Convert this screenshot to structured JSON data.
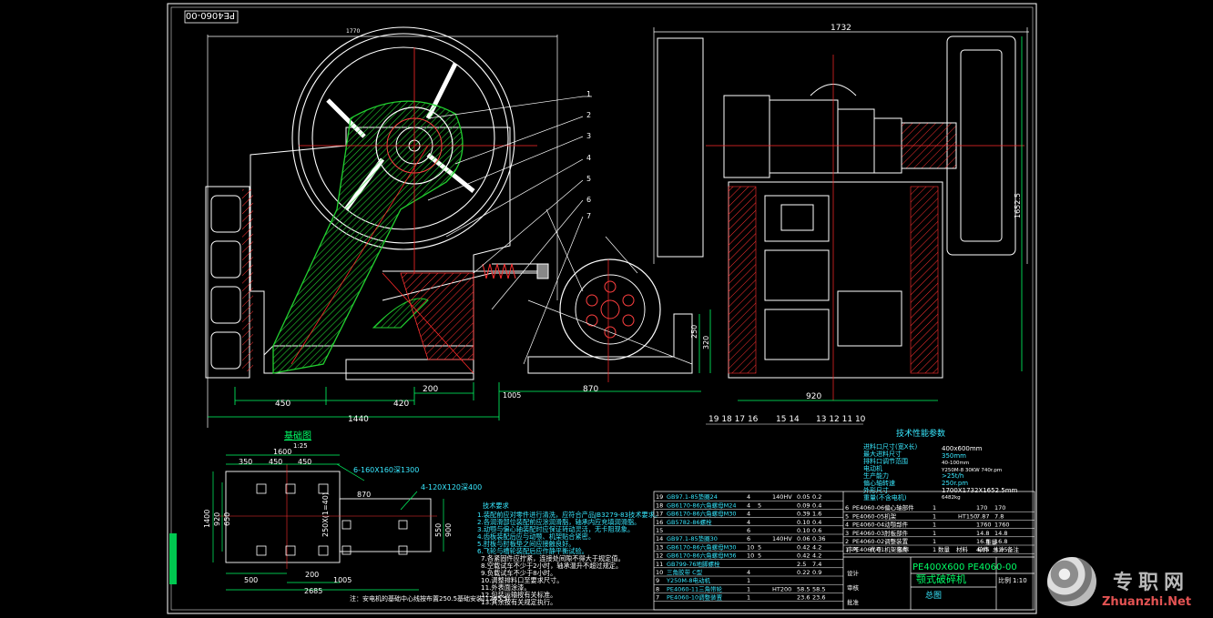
{
  "drawing": {
    "code_stamp": "PE4060-00",
    "dims_left": {
      "top": "1770",
      "d450a": "450",
      "d420": "420",
      "d200": "200",
      "d1440": "1440"
    },
    "dims_mid": {
      "d1005": "1005",
      "d870": "870",
      "d250": "250",
      "d320": "320"
    },
    "dims_right": {
      "top": "1732",
      "d920": "920",
      "vert": "1652.5"
    },
    "callouts": [
      "1",
      "2",
      "3",
      "4",
      "5",
      "6",
      "7"
    ],
    "part_numbers_bottom": {
      "a": "19 18 17 16",
      "b": "15 14",
      "c": "13 12 11 10"
    },
    "foundation": {
      "title": "基础图",
      "scale": "1:25",
      "d1600": "1600",
      "d350": "350",
      "d450a": "450",
      "d450b": "450",
      "hole_note_1": "6-160X160深1300",
      "hole_note_2": "4-120X120深400",
      "d870": "870",
      "v1400": "1400",
      "v920": "920",
      "v650": "650",
      "v250": "250X(1=40)",
      "v550": "550",
      "v900": "900",
      "d500": "500",
      "d200": "200",
      "d1005": "1005",
      "d2685": "2685",
      "note": "注：安电机的基础中心线按布置250.5基础安装(1265.5)"
    },
    "tech": {
      "title": "技术性能参数",
      "rows": [
        [
          "进料口尺寸(宽X长)",
          "400x600mm"
        ],
        [
          "最大进料尺寸",
          "350mm"
        ],
        [
          "排料口调节范围",
          "40-100mm"
        ],
        [
          "电动机",
          "Y250M-8 30KW 740r.pm"
        ],
        [
          "生产能力",
          ">25t/h"
        ],
        [
          "偏心轴转速",
          "250r.pm"
        ],
        [
          "外形尺寸",
          "1700X1732X1652.5mm"
        ],
        [
          "重量(不含电机)",
          "6482kg"
        ]
      ]
    },
    "requirements": {
      "title": "技术要求",
      "lines": [
        "1.装配前应对零件进行清洗，应符合产品JB3279-83技术要求。",
        "2.各润滑部位装配前应涂润滑脂，轴承内应充填润滑脂。",
        "3.动颚与偏心轴装配时应保证转动灵活，无卡阻现象。",
        "4.齿板装配后应与动颚、机架贴合紧密。",
        "5.肘板与肘板垫之间应接触良好。",
        "6.飞轮与槽轮装配后应作静平衡试验。",
        "7.各紧固件应拧紧，连接处间隙不得大于规定值。",
        "8.空载试车不少于2小时，轴承温升不超过规定。",
        "9.负载试车不少于8小时。",
        "10.调整排料口至要求尺寸。",
        "11.外表面涂漆。",
        "12.包装运输按有关标准。",
        "13.其余按有关规定执行。"
      ]
    },
    "bom_left": [
      [
        "19",
        "GB97.1-85垫圈24",
        "4",
        "",
        "140HV",
        "0.05",
        "0.2"
      ],
      [
        "18",
        "GB6170-86六角螺母M24",
        "4",
        "5",
        "",
        "0.09",
        "0.4"
      ],
      [
        "17",
        "GB6170-86六角螺母M30",
        "4",
        "",
        "",
        "0.39",
        "1.6"
      ],
      [
        "16",
        "GB5782-86螺栓",
        "4",
        "",
        "",
        "0.10",
        "0.4"
      ],
      [
        "15",
        "",
        "6",
        "",
        "",
        "0.10",
        "0.6"
      ],
      [
        "14",
        "GB97.1-85垫圈30",
        "6",
        "",
        "140HV",
        "0.06",
        "0.36"
      ],
      [
        "13",
        "GB6170-86六角螺母M30",
        "10",
        "5",
        "",
        "0.42",
        "4.2"
      ],
      [
        "12",
        "GB6170-86六角螺母M36",
        "10",
        "5",
        "",
        "0.42",
        "4.2"
      ],
      [
        "11",
        "GB799-76地脚螺栓",
        "",
        "",
        "",
        "2.5",
        "7.4"
      ],
      [
        "10",
        "三角胶带 C型",
        "4",
        "",
        "",
        "0.22",
        "0.9"
      ],
      [
        "9",
        "Y250M-8电动机",
        "1",
        "",
        "",
        "",
        ""
      ],
      [
        "8",
        "PE4060-11三角带轮",
        "1",
        "",
        "HT200",
        "58.5",
        "58.5"
      ],
      [
        "7",
        "PE4060-10调整装置",
        "1",
        "",
        "",
        "23.6",
        "23.6"
      ]
    ],
    "bom_right": [
      [
        "6",
        "PE4060-06偏心轴部件",
        "1",
        "",
        "",
        "170",
        "170"
      ],
      [
        "5",
        "PE4060-05机架",
        "1",
        "",
        "HT150",
        "7.87",
        "7.8"
      ],
      [
        "4",
        "PE4060-04动颚部件",
        "1",
        "",
        "",
        "1760",
        "1760"
      ],
      [
        "3",
        "PE4060-03肘板部件",
        "1",
        "",
        "",
        "14.8",
        "14.8"
      ],
      [
        "2",
        "PE4060-02调整装置",
        "1",
        "",
        "",
        "16.8",
        "16.8"
      ],
      [
        "1",
        "PE4060-01机架部件",
        "1",
        "",
        "",
        "4.05",
        "4.05"
      ]
    ],
    "bom_header": {
      "no": "序号",
      "code": "代号",
      "name": "名称",
      "qty": "数量",
      "mat": "材料",
      "unit": "单件",
      "total": "总计",
      "wt": "重量",
      "remark": "备注"
    },
    "title_block": {
      "code": "PE400X600 PE4060-00",
      "name": "颚式破碎机",
      "sheet": "总图",
      "scale_label": "比例",
      "scale": "1:10",
      "role_design": "设计",
      "role_check": "审核",
      "role_approve": "批准"
    }
  },
  "watermark": {
    "text": "专职网",
    "url": "Zhuanzhi.Net"
  }
}
